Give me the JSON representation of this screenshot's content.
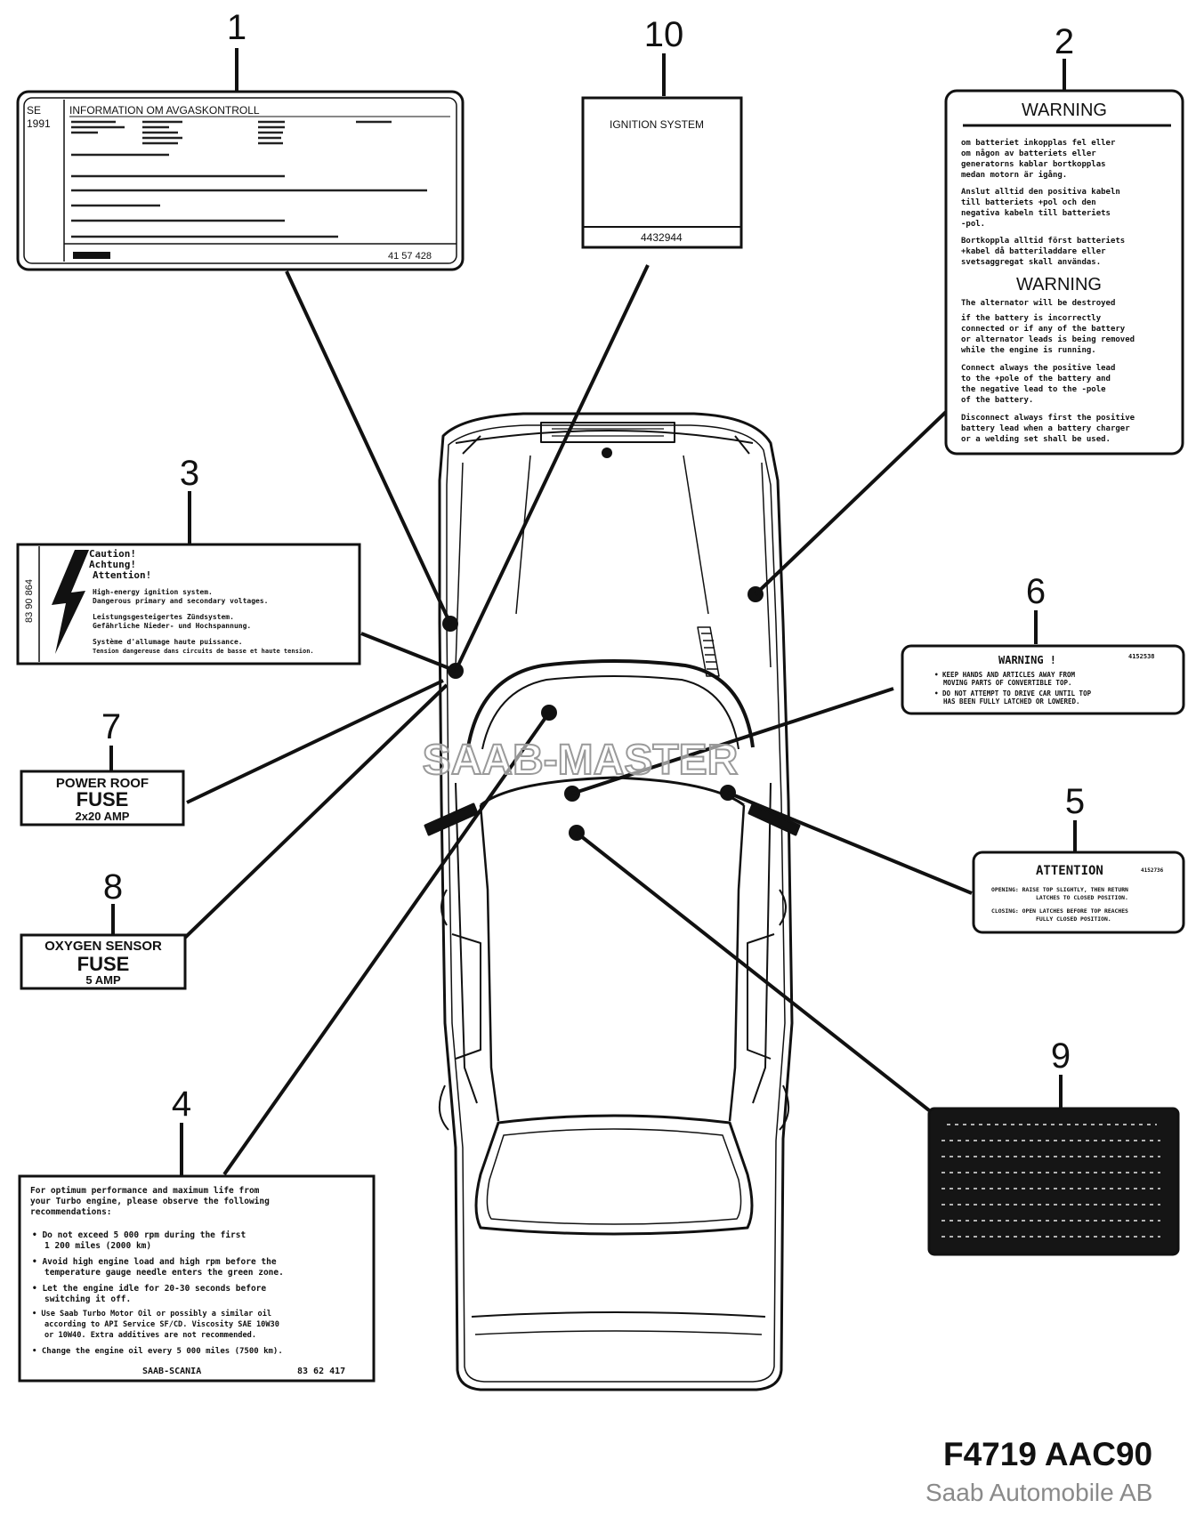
{
  "watermark": "SAAB-MASTER",
  "footer": {
    "code": "F4719 AAC90",
    "company": "Saab Automobile AB"
  },
  "callouts": {
    "c1": "1",
    "c2": "2",
    "c3": "3",
    "c4": "4",
    "c5": "5",
    "c6": "6",
    "c7": "7",
    "c8": "8",
    "c9": "9",
    "c10": "10"
  },
  "label1": {
    "country": "SE",
    "year": "1991",
    "title": "INFORMATION OM AVGASKONTROLL",
    "part_no": "41 57 428"
  },
  "label2": {
    "title_a": "WARNING",
    "sv_1": "om batteriet inkopplas fel eller",
    "sv_2": "om någon av batteriets eller",
    "sv_3": "generatorns kablar bortkopplas",
    "sv_4": "medan motorn är igång.",
    "sv_5": "Anslut alltid den positiva kabeln",
    "sv_6": "till batteriets +pol och den",
    "sv_7": "negativa kabeln till batteriets",
    "sv_8": "-pol.",
    "sv_9": "Bortkoppla alltid först batteriets",
    "sv_10": "+kabel då batteriladdare eller",
    "sv_11": "svetsaggregat skall användas.",
    "title_b": "WARNING",
    "en_sub": "The alternator will be destroyed",
    "en_1": "if the battery is incorrectly",
    "en_2": "connected or if any of the battery",
    "en_3": "or alternator leads is being removed",
    "en_4": "while the engine is running.",
    "en_5": "Connect always the positive lead",
    "en_6": "to the +pole of the battery and",
    "en_7": "the negative lead to the -pole",
    "en_8": "of the battery.",
    "en_9": "Disconnect always first the positive",
    "en_10": "battery lead when a battery charger",
    "en_11": "or a welding set shall be used."
  },
  "label3": {
    "part_no": "83 90 864",
    "h1": "Caution!",
    "h2": "Achtung!",
    "h3": "Attention!",
    "l1": "High-energy ignition system.",
    "l2": "Dangerous primary and secondary voltages.",
    "l3": "Leistungsgesteigertes Zündsystem.",
    "l4": "Gefährliche Nieder- und Hochspannung.",
    "l5": "Système d'allumage haute puissance.",
    "l6": "Tension dangereuse dans circuits de basse et haute tension."
  },
  "label4": {
    "l1": "For optimum performance and maximum life from",
    "l2": "your Turbo engine, please observe the following",
    "l3": "recommendations:",
    "l4": "• Do not exceed 5 000 rpm during the first",
    "l5": "1 200 miles (2000 km)",
    "l6": "• Avoid high engine load and high rpm before the",
    "l7": "temperature gauge needle enters the green zone.",
    "l8": "• Let the engine idle for 20-30 seconds before",
    "l9": "switching it off.",
    "l10": "• Use Saab Turbo Motor Oil or possibly a similar oil",
    "l11": "according to API Service SF/CD. Viscosity SAE 10W30",
    "l12": "or 10W40. Extra additives are not recommended.",
    "l13": "• Change the engine oil every 5 000 miles (7500 km).",
    "brand": "SAAB-SCANIA",
    "part_no": "83 62 417"
  },
  "label5": {
    "title": "ATTENTION",
    "code": "4152736",
    "l1": "OPENING: RAISE TOP SLIGHTLY, THEN RETURN",
    "l2": "LATCHES TO CLOSED POSITION.",
    "l3": "CLOSING: OPEN LATCHES BEFORE TOP REACHES",
    "l4": "FULLY CLOSED POSITION."
  },
  "label6": {
    "title": "WARNING !",
    "code": "4152538",
    "l1": "• KEEP HANDS AND ARTICLES AWAY FROM",
    "l2": "MOVING PARTS OF CONVERTIBLE TOP.",
    "l3": "• DO NOT ATTEMPT TO DRIVE CAR UNTIL TOP",
    "l4": "HAS BEEN FULLY LATCHED OR LOWERED."
  },
  "label7": {
    "l1": "POWER ROOF",
    "l2": "FUSE",
    "l3": "2x20 AMP"
  },
  "label8": {
    "l1": "OXYGEN SENSOR",
    "l2": "FUSE",
    "l3": "5 AMP"
  },
  "label10": {
    "text": "IGNITION SYSTEM",
    "part_no": "4432944"
  }
}
